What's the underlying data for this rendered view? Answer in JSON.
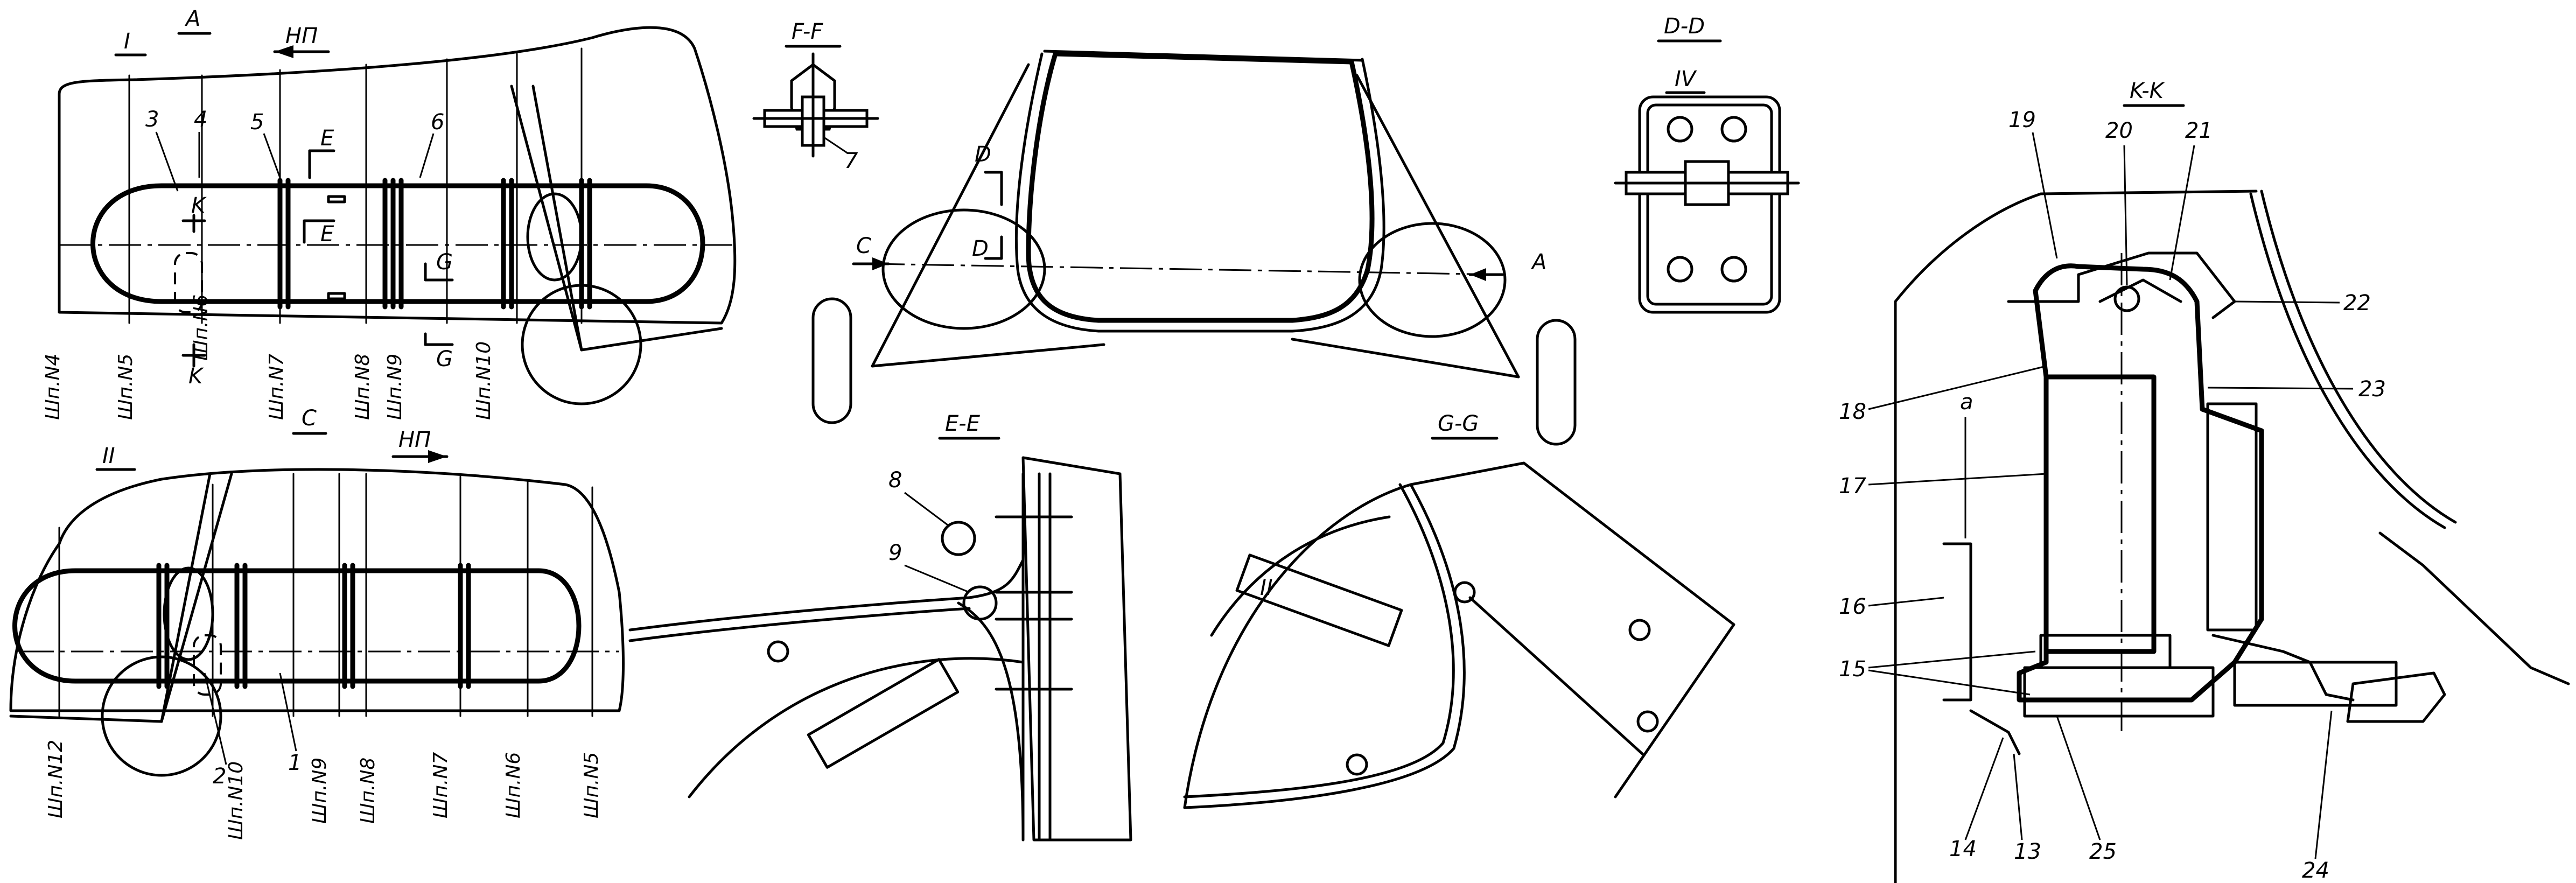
{
  "views": {
    "view_I": {
      "roman": "I",
      "letter": "A",
      "direction": "НП",
      "frames": [
        "Шп.N4",
        "Шп.N5",
        "Шп.N6",
        "Шп.N7",
        "Шп.N8",
        "Шп.N9",
        "Шп.N10"
      ],
      "callouts": [
        "3",
        "4",
        "5",
        "6"
      ],
      "section_marks": [
        "E",
        "E",
        "K",
        "K",
        "G",
        "G"
      ]
    },
    "view_II": {
      "roman": "II",
      "letter": "C",
      "direction": "НП",
      "frames": [
        "Шп.N12",
        "Шп.N10",
        "Шп.N9",
        "Шп.N8",
        "Шп.N7",
        "Шп.N6",
        "Шп.N5"
      ],
      "callouts": [
        "2",
        "1"
      ]
    },
    "section_FF": {
      "title": "F-F",
      "callouts": [
        "7"
      ]
    },
    "front_view": {
      "arrow_left": "C",
      "arrow_right": "A",
      "section_marks": [
        "D",
        "D"
      ]
    },
    "section_DD": {
      "title": "D-D",
      "roman": "IV"
    },
    "section_EE": {
      "title": "E-E",
      "callouts": [
        "8",
        "9"
      ]
    },
    "section_GG": {
      "title": "G-G",
      "roman": "II"
    },
    "section_KK": {
      "title": "K-K",
      "letter_a": "a",
      "callouts": [
        "19",
        "20",
        "21",
        "22",
        "23",
        "18",
        "17",
        "16",
        "15",
        "14",
        "13",
        "25",
        "24"
      ]
    }
  }
}
